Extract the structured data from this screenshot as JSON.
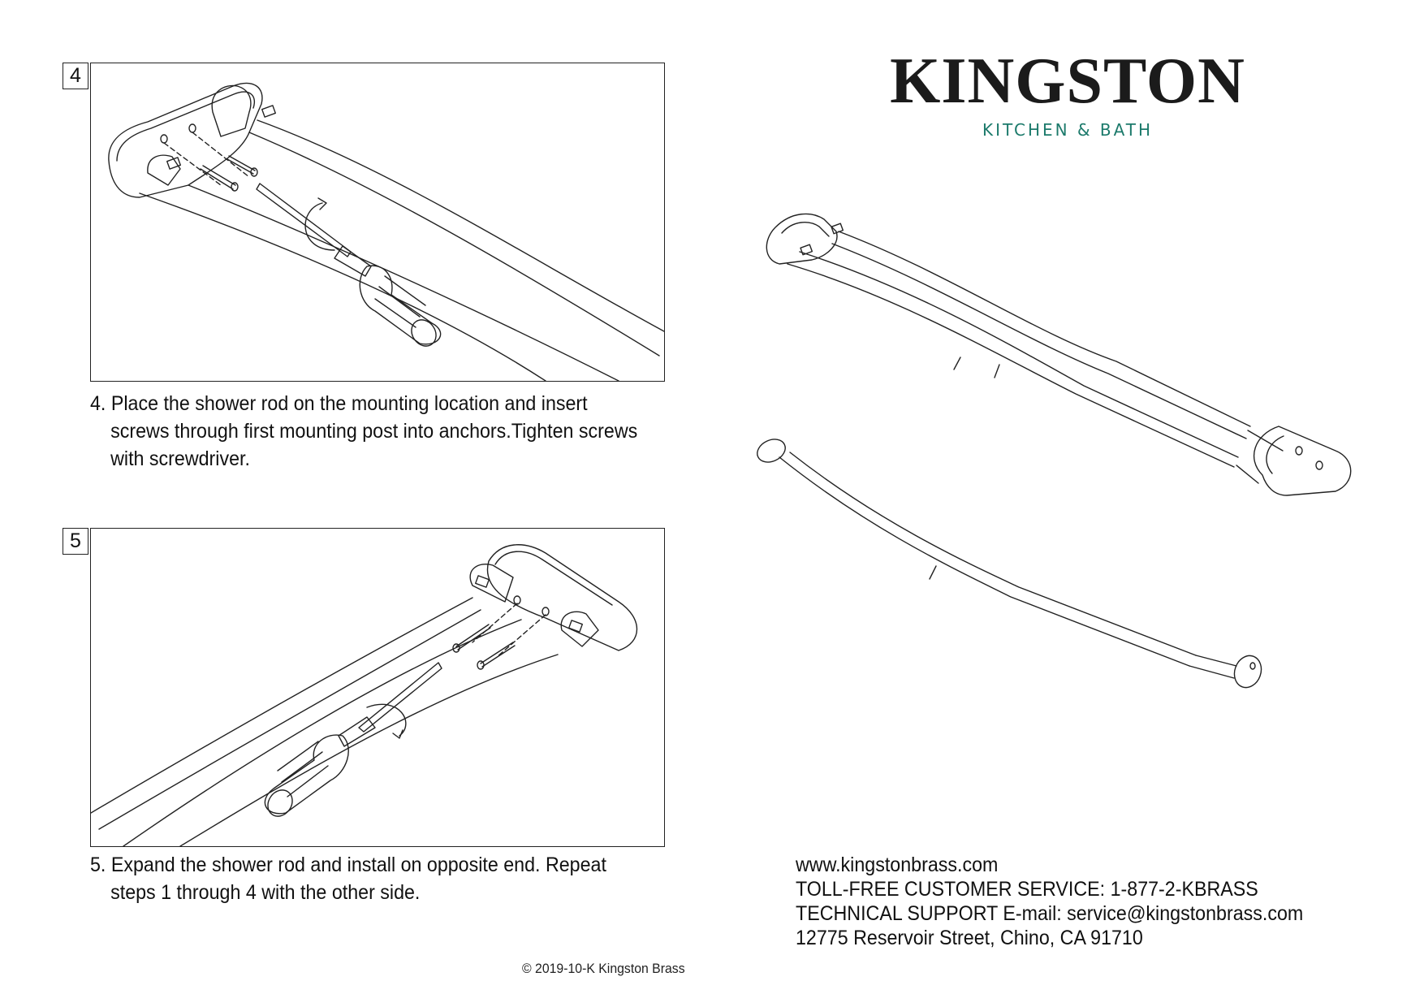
{
  "brand": {
    "name": "KINGSTON",
    "tagline": "KITCHEN & BATH",
    "tagline_color": "#1c7a6b"
  },
  "steps": [
    {
      "number": "4",
      "text_lines": [
        "4. Place the shower rod on the mounting location and insert",
        "screws through first mounting post into anchors.Tighten screws",
        "with screwdriver."
      ]
    },
    {
      "number": "5",
      "text_lines": [
        "5. Expand the shower rod and install on opposite end. Repeat",
        "steps 1 through 4 with the other side."
      ]
    }
  ],
  "illustrations": {
    "step4": [
      "mounting-bracket",
      "screw",
      "screw",
      "screwdriver",
      "rotate-arrow-icon",
      "shower-rod"
    ],
    "step5": [
      "mounting-bracket",
      "screw",
      "screw",
      "screwdriver",
      "rotate-arrow-icon",
      "shower-rod"
    ],
    "products": [
      "double-curved-shower-rod",
      "single-curved-shower-rod"
    ]
  },
  "contact": {
    "website": "www.kingstonbrass.com",
    "customer_service": "TOLL-FREE CUSTOMER SERVICE: 1-877-2-KBRASS",
    "technical_support": "TECHNICAL SUPPORT E-mail: service@kingstonbrass.com",
    "address": "12775 Reservoir Street, Chino, CA 91710"
  },
  "copyright": "© 2019-10-K Kingston Brass"
}
